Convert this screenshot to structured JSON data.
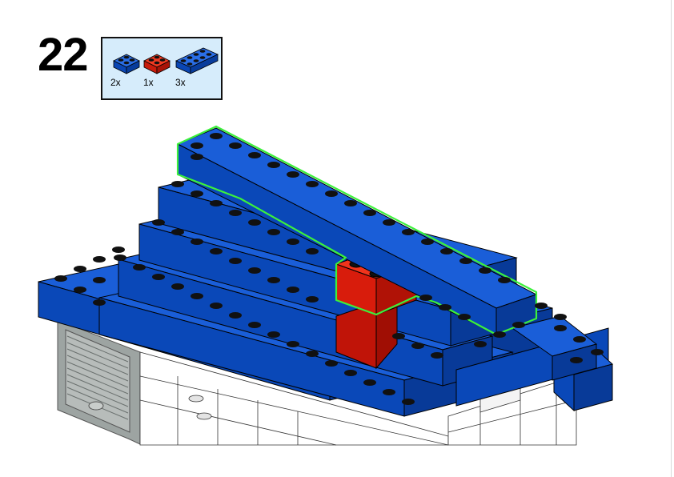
{
  "step": {
    "number": "22"
  },
  "parts_list": [
    {
      "icon": "blue-brick-2x2-icon",
      "color": "#0a50c8",
      "qty": "2x"
    },
    {
      "icon": "red-brick-2x2-icon",
      "color": "#d81c0c",
      "qty": "1x"
    },
    {
      "icon": "blue-brick-2x4-icon",
      "color": "#0a50c8",
      "qty": "3x"
    }
  ],
  "colors": {
    "blue": "#0a50c8",
    "red": "#d81c0c",
    "highlight": "#3cf03c",
    "parts_bg": "#d6ecfb"
  }
}
